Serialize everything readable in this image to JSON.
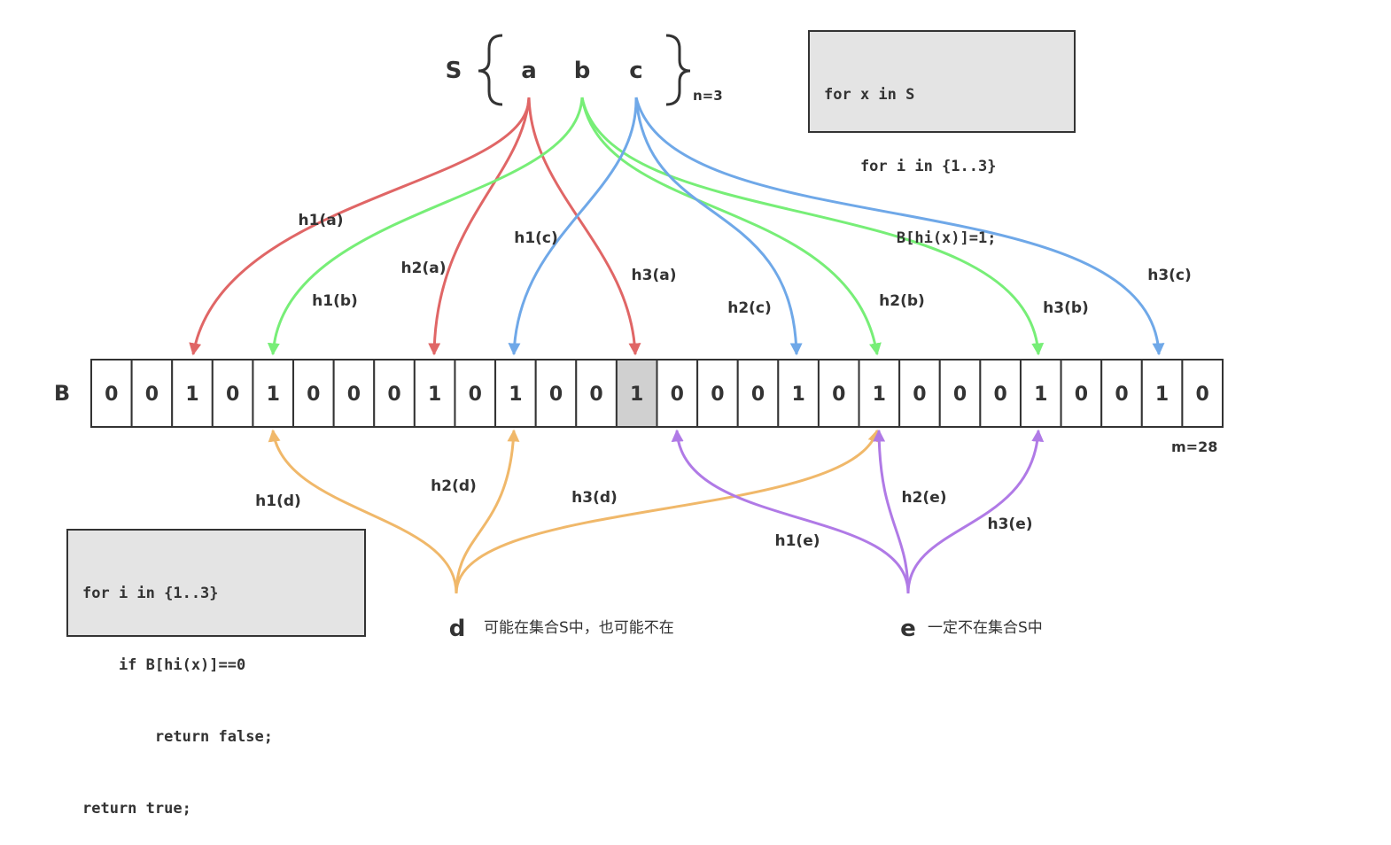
{
  "set": {
    "label": "S",
    "elements": [
      "a",
      "b",
      "c"
    ],
    "size_label": "n=3"
  },
  "bit_array": {
    "label": "B",
    "size_label": "m=28",
    "bits": [
      "0",
      "0",
      "1",
      "0",
      "1",
      "0",
      "0",
      "0",
      "1",
      "0",
      "1",
      "0",
      "0",
      "1",
      "0",
      "0",
      "0",
      "1",
      "0",
      "1",
      "0",
      "0",
      "0",
      "1",
      "0",
      "0",
      "1",
      "0"
    ],
    "highlighted_index": 13
  },
  "insert_code": [
    "for x in S",
    "    for i in {1..3}",
    "        B[hi(x)]=1;"
  ],
  "query_code": [
    "for i in {1..3}",
    "    if B[hi(x)]==0",
    "        return false;",
    "return true;"
  ],
  "hash_labels": {
    "a": [
      "h1(a)",
      "h2(a)",
      "h3(a)"
    ],
    "b": [
      "h1(b)",
      "h2(b)",
      "h3(b)"
    ],
    "c": [
      "h1(c)",
      "h2(c)",
      "h3(c)"
    ],
    "d": [
      "h1(d)",
      "h2(d)",
      "h3(d)"
    ],
    "e": [
      "h1(e)",
      "h2(e)",
      "h3(e)"
    ]
  },
  "queries": [
    {
      "name": "d",
      "note": "可能在集合S中，也可能不在"
    },
    {
      "name": "e",
      "note": "一定不在集合S中"
    }
  ],
  "colors": {
    "a": "#e06666",
    "b": "#77ee77",
    "c": "#6fa8e8",
    "d": "#f0b86a",
    "e": "#b07ae6",
    "text": "#333333",
    "highlight": "#d0d0d0"
  }
}
